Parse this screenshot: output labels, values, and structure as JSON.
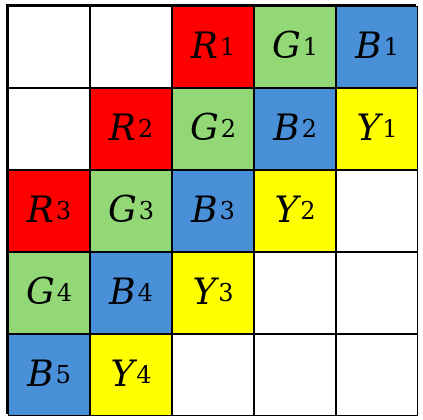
{
  "colors": {
    "R": "#ff0000",
    "G": "#92d877",
    "B": "#4a90d9",
    "Y": "#ffff00",
    "empty": "#ffffff",
    "border": "#000000"
  },
  "grid": [
    [
      {
        "letter": "",
        "sub": ""
      },
      {
        "letter": "",
        "sub": ""
      },
      {
        "letter": "R",
        "sub": "1"
      },
      {
        "letter": "G",
        "sub": "1"
      },
      {
        "letter": "B",
        "sub": "1"
      }
    ],
    [
      {
        "letter": "",
        "sub": ""
      },
      {
        "letter": "R",
        "sub": "2"
      },
      {
        "letter": "G",
        "sub": "2"
      },
      {
        "letter": "B",
        "sub": "2"
      },
      {
        "letter": "Y",
        "sub": "1"
      }
    ],
    [
      {
        "letter": "R",
        "sub": "3"
      },
      {
        "letter": "G",
        "sub": "3"
      },
      {
        "letter": "B",
        "sub": "3"
      },
      {
        "letter": "Y",
        "sub": "2"
      },
      {
        "letter": "",
        "sub": ""
      }
    ],
    [
      {
        "letter": "G",
        "sub": "4"
      },
      {
        "letter": "B",
        "sub": "4"
      },
      {
        "letter": "Y",
        "sub": "3"
      },
      {
        "letter": "",
        "sub": ""
      },
      {
        "letter": "",
        "sub": ""
      }
    ],
    [
      {
        "letter": "B",
        "sub": "5"
      },
      {
        "letter": "Y",
        "sub": "4"
      },
      {
        "letter": "",
        "sub": ""
      },
      {
        "letter": "",
        "sub": ""
      },
      {
        "letter": "",
        "sub": ""
      }
    ]
  ]
}
